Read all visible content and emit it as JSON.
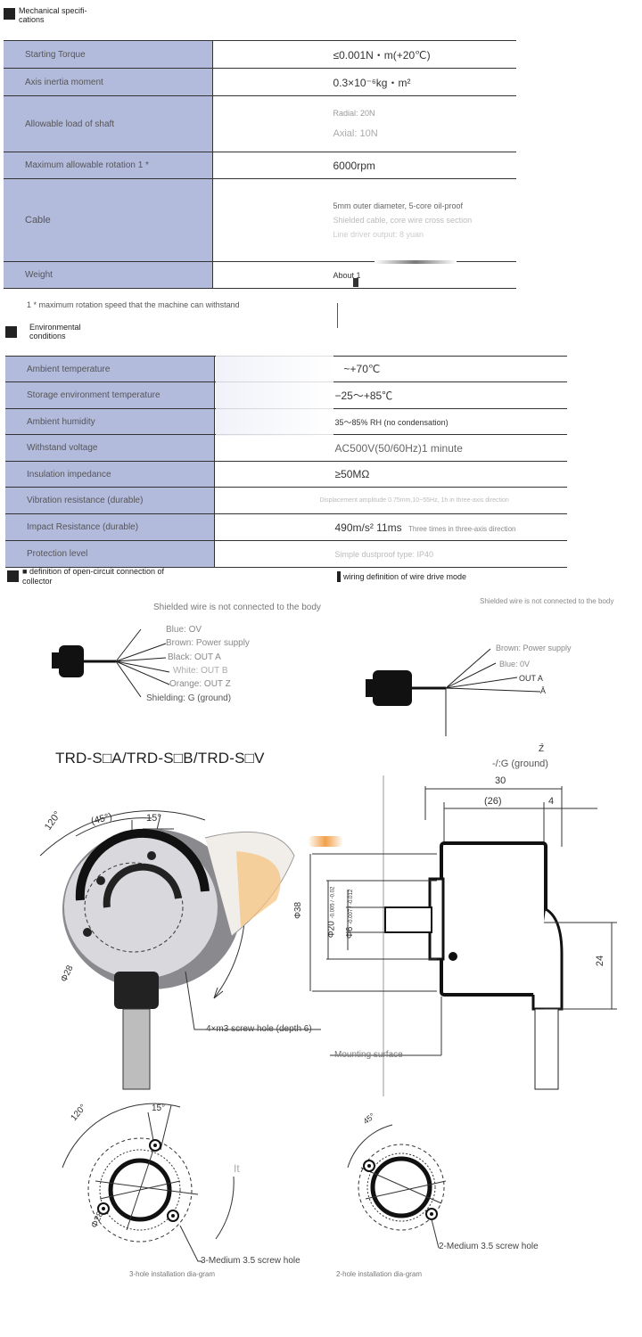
{
  "mechanical": {
    "title": "Mechanical specifi-cations",
    "rows": [
      {
        "label": "Starting Torque",
        "value": "≤0.001N・m(+20℃)"
      },
      {
        "label": "Axis inertia moment",
        "value": "0.3×10⁻⁶kg・m²"
      },
      {
        "label": "Allowable load of shaft",
        "value_line1": "Radial: 20N",
        "value_line2": "Axial: 10N"
      },
      {
        "label": "Maximum allowable rotation 1 *",
        "value": "6000rpm"
      },
      {
        "label": "Cable",
        "value_line1": "5mm outer diameter, 5-core oil-proof",
        "value_line2": "Shielded cable, core wire cross section",
        "value_line3": "Line driver output: 8 yuan"
      },
      {
        "label": "Weight",
        "value": "About 1"
      }
    ],
    "footnote": "1 * maximum rotation speed that the machine can withstand"
  },
  "environmental": {
    "title": "Environmental conditions",
    "rows": [
      {
        "label": "Ambient temperature",
        "value": "~+70℃"
      },
      {
        "label": "Storage environment temperature",
        "value": "−25～+85℃"
      },
      {
        "label": "Ambient humidity",
        "value": "35～85% RH (no condensation)"
      },
      {
        "label": "Withstand voltage",
        "value": "AC500V(50/60Hz)1 minute"
      },
      {
        "label": "Insulation impedance",
        "value": "≥50MΩ"
      },
      {
        "label": "Vibration resistance (durable)",
        "value": "Displacement amplitude 0.75mm,10~55Hz, 1h in three-axis direction"
      },
      {
        "label": "Impact Resistance (durable)",
        "value": "490m/s²  11ms",
        "value_note": "Three times in three-axis direction"
      },
      {
        "label": "Protection level",
        "value": "Simple dustproof type: IP40"
      }
    ]
  },
  "wiring": {
    "open_collector_title": "definition of open-circuit connection of collector",
    "line_drive_title": "wiring definition of wire drive mode",
    "shield_note_left": "Shielded wire is not connected to the body",
    "shield_note_right": "Shielded wire is not connected to the body",
    "left_wires": [
      "Blue: OV",
      "Brown: Power supply",
      "Black: OUT A",
      "White: OUT B",
      "Orange: OUT Z",
      "Shielding: G (ground)"
    ],
    "right_wires": [
      "Brown: Power supply",
      "Blue: 0V",
      "OUT A",
      "Ā",
      "Z̄",
      "-/:G (ground)"
    ]
  },
  "drawings": {
    "model": "TRD-S□A/TRD-S□B/TRD-S□V",
    "dim_30": "30",
    "dim_26": "(26)",
    "dim_4": "4",
    "dim_38": "Φ38",
    "dim_20": "Φ20",
    "dim_20_tol": "-0.005 / -0.02",
    "dim_6": "Φ6",
    "dim_6_tol": "-0.007 / -0.012",
    "dim_24": "24",
    "angle_120": "120°",
    "angle_45": "(45°)",
    "angle_15": "15°",
    "dia_28": "Φ28",
    "screw_hole": "4×m3 screw hole (depth 6)",
    "mounting_surface": "Mounting surface",
    "angle_120b": "120°",
    "angle_15b": "15°",
    "dia_28b": "Φ28",
    "three_hole_screw": "3-Medium 3.5 screw hole",
    "three_hole_caption": "3-hole installation dia-gram",
    "angle_45b": "45°",
    "two_hole_screw": "2-Medium 3.5 screw hole",
    "two_hole_caption": "2-hole installation dia-gram",
    "stray_mark": "It"
  }
}
